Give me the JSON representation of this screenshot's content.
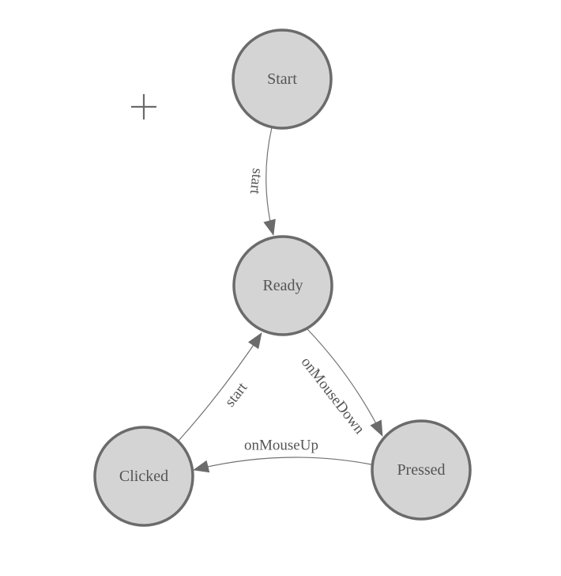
{
  "palette": {
    "background": "#ffffff",
    "node_fill": "#d4d4d4",
    "node_stroke": "#6b6b6b",
    "edge_stroke": "#737373",
    "arrow_fill": "#6b6b6b",
    "label_color": "#555555",
    "crosshair_color": "#6b6b6b"
  },
  "nodes": [
    {
      "id": "start",
      "label": "Start"
    },
    {
      "id": "ready",
      "label": "Ready"
    },
    {
      "id": "clicked",
      "label": "Clicked"
    },
    {
      "id": "pressed",
      "label": "Pressed"
    }
  ],
  "edges": [
    {
      "from": "start",
      "to": "ready",
      "label": "start"
    },
    {
      "from": "ready",
      "to": "pressed",
      "label": "onMouseDown"
    },
    {
      "from": "pressed",
      "to": "clicked",
      "label": "onMouseUp"
    },
    {
      "from": "clicked",
      "to": "ready",
      "label": "start"
    }
  ]
}
